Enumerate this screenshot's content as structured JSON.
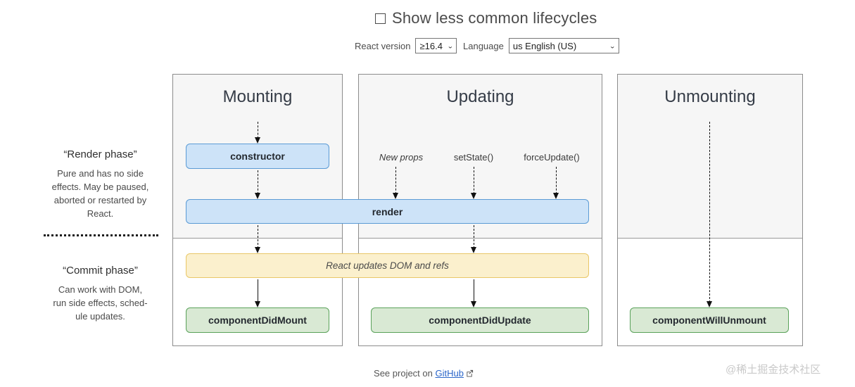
{
  "header": {
    "title": "Show less common lifecycles",
    "react_version_label": "React version",
    "react_version_value": "≥16.4",
    "language_label": "Language",
    "language_value": "us English (US)"
  },
  "sidebar": {
    "render_phase": {
      "title": "“Render phase”",
      "description": "Pure and has no side\neffects. May be paused,\naborted or restarted by\nReact."
    },
    "commit_phase": {
      "title": "“Commit phase”",
      "description": "Can work with DOM,\nrun side effects, sched-\nule updates."
    }
  },
  "columns": [
    {
      "title": "Mounting"
    },
    {
      "title": "Updating"
    },
    {
      "title": "Unmounting"
    }
  ],
  "diagram": {
    "mounting": {
      "constructor": "constructor",
      "did_mount": "componentDidMount"
    },
    "updating": {
      "triggers": [
        "New props",
        "setState()",
        "forceUpdate()"
      ],
      "did_update": "componentDidUpdate"
    },
    "unmounting": {
      "will_unmount": "componentWillUnmount"
    },
    "shared": {
      "render": "render",
      "react_updates": "React updates DOM and refs"
    }
  },
  "footer": {
    "text": "See project on ",
    "link_label": "GitHub"
  },
  "watermark": "@稀土掘金技术社区",
  "colors": {
    "blue_fill": "#cde3f8",
    "blue_border": "#5b9bd5",
    "yellow_fill": "#fbf0cd",
    "yellow_border": "#e9c767",
    "green_fill": "#d9e9d4",
    "green_border": "#5aa25a",
    "render_zone_bg": "#f6f6f6",
    "link": "#2b66c9"
  }
}
